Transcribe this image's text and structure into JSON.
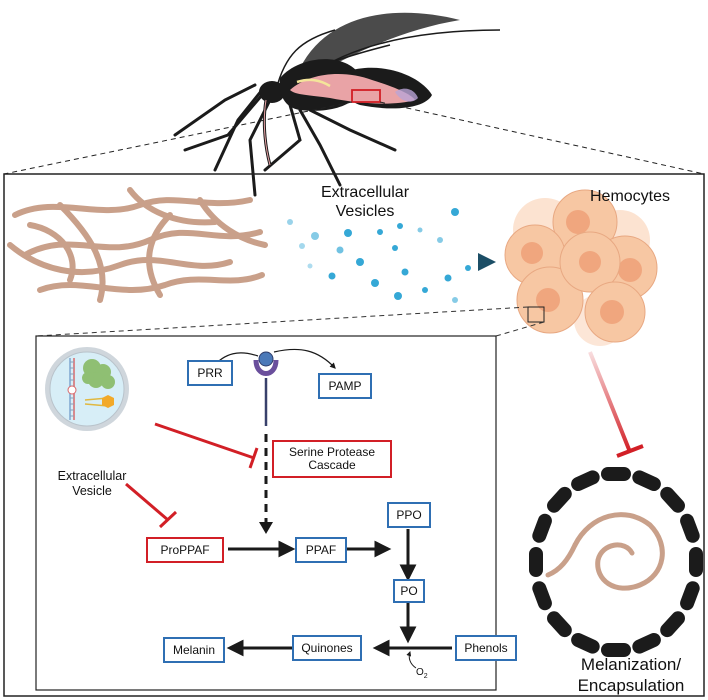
{
  "labels": {
    "extracellular_vesicles": [
      "Extracellular",
      "Vesicles"
    ],
    "hemocytes": "Hemocytes",
    "melanization": [
      "Melanization/",
      "Encapsulation"
    ],
    "ev_inset": [
      "Extracellular",
      "Vesicle"
    ],
    "o2": "O",
    "o2_sub": "2"
  },
  "nodes": {
    "prr": "PRR",
    "pamp": "PAMP",
    "serine": [
      "Serine Protease",
      "Cascade"
    ],
    "proppaf": "ProPPAF",
    "ppaf": "PPAF",
    "ppo": "PPO",
    "po": "PO",
    "phenols": "Phenols",
    "quinones": "Quinones",
    "melanin": "Melanin"
  },
  "colors": {
    "nematode": "#c9a08a",
    "hemocyte": "#f7c7a3",
    "hemocyte_nucleus": "#f0a67e",
    "vesicle_dot": "#35a8d6",
    "arrow_dark": "#1c4e66",
    "inhibit_red": "#d21f26",
    "box_blue": "#2f6fb3",
    "mosquito_body": "#1b1b1b",
    "mosquito_gut": "#e9a3a6"
  }
}
